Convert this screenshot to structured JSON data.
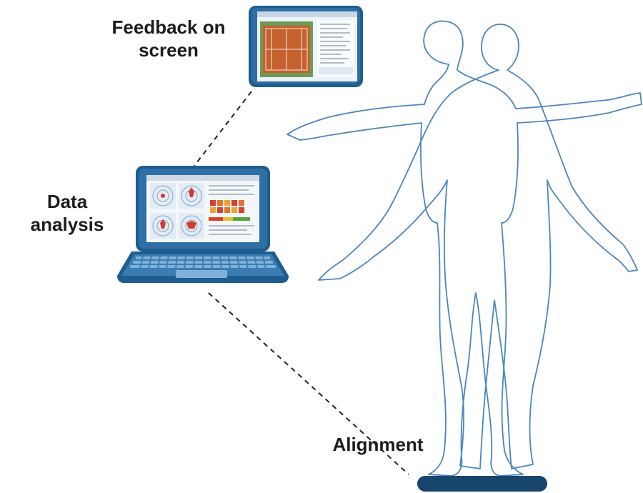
{
  "labels": {
    "feedback_line1": "Feedback on",
    "feedback_line2": "screen",
    "analysis_line1": "Data",
    "analysis_line2": "analysis",
    "alignment": "Alignment"
  },
  "colors": {
    "text": "#1c1c1c",
    "device_dark": "#1f5d8f",
    "device_frame": "#2e6fa5",
    "device_light": "#7fb1d8",
    "silhouette_stroke": "#4a86bf",
    "board": "#17456e",
    "connector": "#222222"
  }
}
